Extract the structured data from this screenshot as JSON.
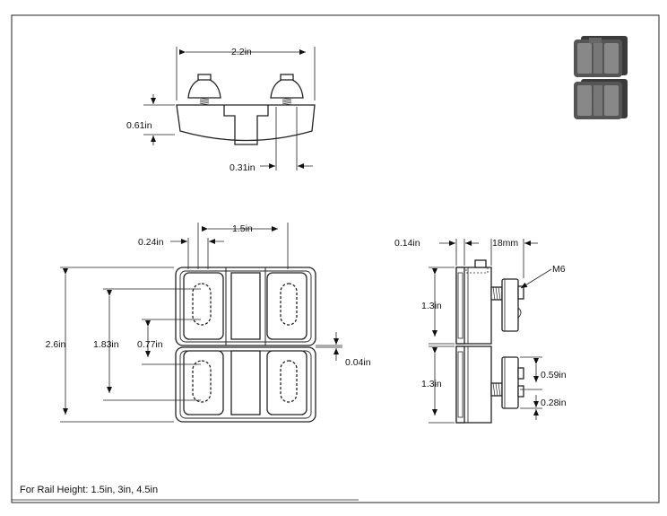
{
  "top_view": {
    "width_label": "2.2in",
    "height_label": "0.61in",
    "offset_label": "0.31in"
  },
  "front_view": {
    "pitch_label": "1.5in",
    "edge_label": "0.24in",
    "overall_height_label": "2.6in",
    "slot_span_label": "1.83in",
    "slot_length_label": "0.77in",
    "gap_label": "0.04in"
  },
  "side_view": {
    "thickness_label": "0.14in",
    "depth_label": "18mm",
    "thread_label": "M6",
    "upper_height_label": "1.3in",
    "lower_height_label": "1.3in",
    "nut_height_label": "0.59in",
    "nut_offset_label": "0.28in"
  },
  "footer": {
    "note": "For Rail Height: 1.5in, 3in, 4.5in"
  }
}
